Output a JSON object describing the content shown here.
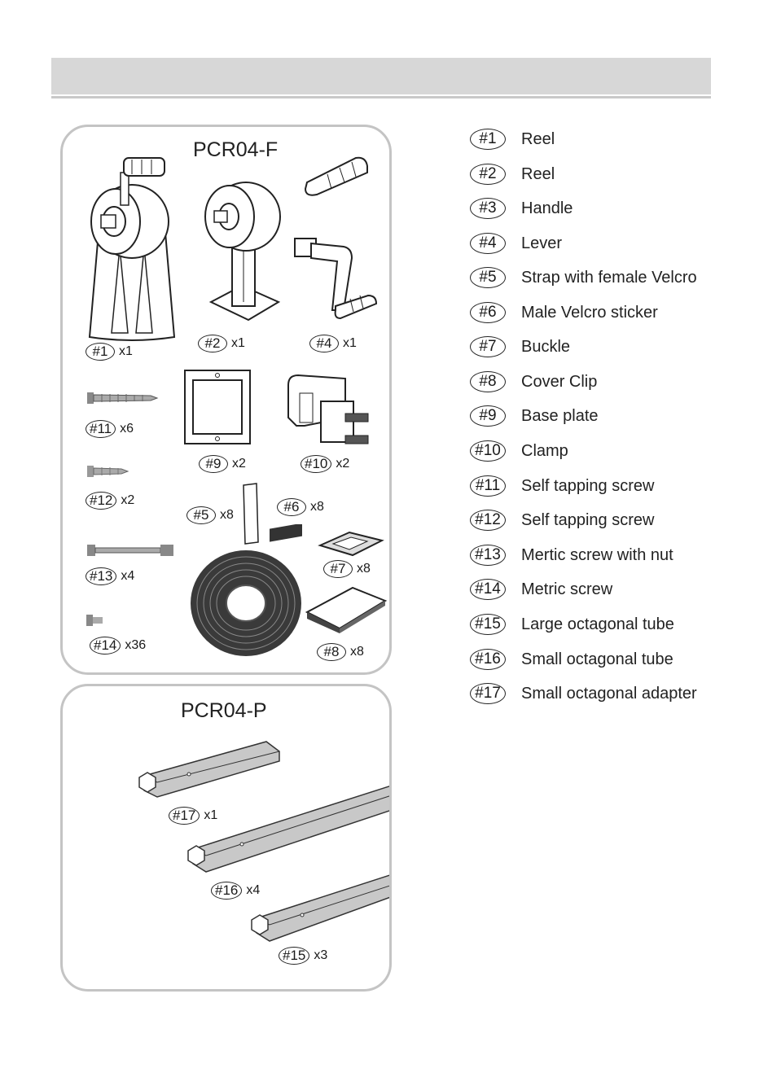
{
  "header": {
    "title": ""
  },
  "kit_f": {
    "title": "PCR04-F",
    "parts": [
      {
        "id": "#1",
        "qty": "x1"
      },
      {
        "id": "#2",
        "qty": "x1"
      },
      {
        "id": "#4",
        "qty": "x1"
      },
      {
        "id": "#11",
        "qty": "x6"
      },
      {
        "id": "#9",
        "qty": "x2"
      },
      {
        "id": "#10",
        "qty": "x2"
      },
      {
        "id": "#12",
        "qty": "x2"
      },
      {
        "id": "#5",
        "qty": "x8"
      },
      {
        "id": "#6",
        "qty": "x8"
      },
      {
        "id": "#7",
        "qty": "x8"
      },
      {
        "id": "#13",
        "qty": "x4"
      },
      {
        "id": "#14",
        "qty": "x36"
      },
      {
        "id": "#8",
        "qty": "x8"
      }
    ]
  },
  "kit_p": {
    "title": "PCR04-P",
    "parts": [
      {
        "id": "#17",
        "qty": "x1"
      },
      {
        "id": "#16",
        "qty": "x4"
      },
      {
        "id": "#15",
        "qty": "x3"
      }
    ]
  },
  "legend": [
    {
      "id": "#1",
      "name": "Reel"
    },
    {
      "id": "#2",
      "name": "Reel"
    },
    {
      "id": "#3",
      "name": "Handle"
    },
    {
      "id": "#4",
      "name": "Lever"
    },
    {
      "id": "#5",
      "name": "Strap with female Velcro"
    },
    {
      "id": "#6",
      "name": "Male Velcro sticker"
    },
    {
      "id": "#7",
      "name": "Buckle"
    },
    {
      "id": "#8",
      "name": "Cover Clip"
    },
    {
      "id": "#9",
      "name": "Base plate"
    },
    {
      "id": "#10",
      "name": "Clamp"
    },
    {
      "id": "#11",
      "name": "Self tapping screw"
    },
    {
      "id": "#12",
      "name": "Self tapping screw"
    },
    {
      "id": "#13",
      "name": "Mertic screw with nut"
    },
    {
      "id": "#14",
      "name": "Metric screw"
    },
    {
      "id": "#15",
      "name": "Large octagonal tube"
    },
    {
      "id": "#16",
      "name": "Small octagonal tube"
    },
    {
      "id": "#17",
      "name": "Small octagonal adapter"
    }
  ]
}
